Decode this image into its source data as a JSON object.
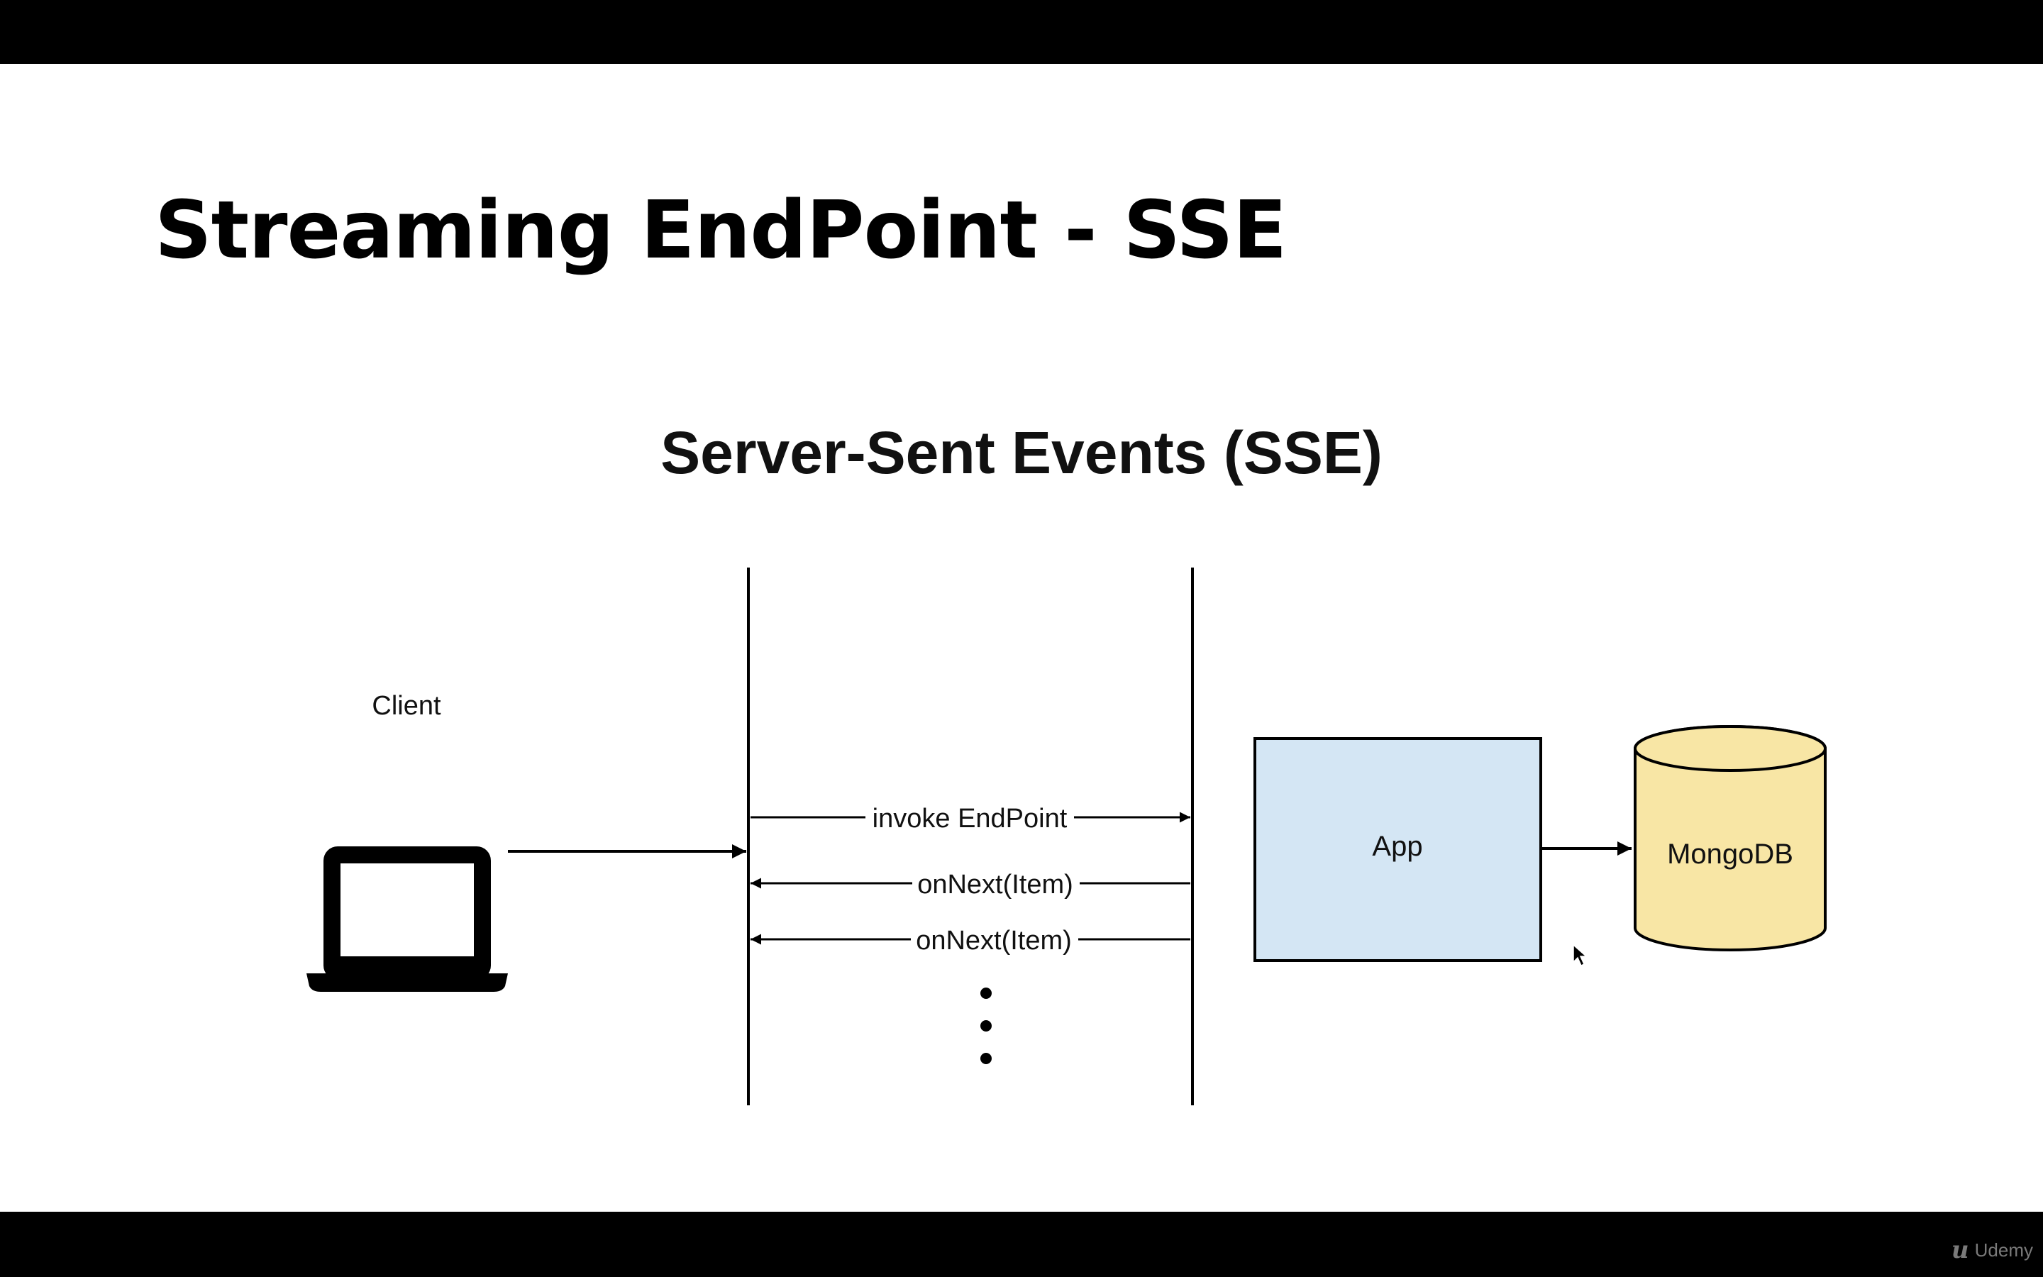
{
  "slide": {
    "title": "Streaming EndPoint - SSE",
    "diagram_title": "Server-Sent Events (SSE)"
  },
  "diagram": {
    "client_label": "Client",
    "messages": [
      "invoke EndPoint",
      "onNext(Item)",
      "onNext(Item)"
    ],
    "app_label": "App",
    "db_label": "MongoDB",
    "colors": {
      "app_fill": "#d4e6f4",
      "db_fill": "#f8e6a5",
      "line": "#000000"
    }
  },
  "controls": {
    "icons": [
      "arrow-left-icon",
      "pencil-icon",
      "slides-menu-icon",
      "arrow-right-icon"
    ]
  },
  "watermark": {
    "text": "Udemy"
  }
}
